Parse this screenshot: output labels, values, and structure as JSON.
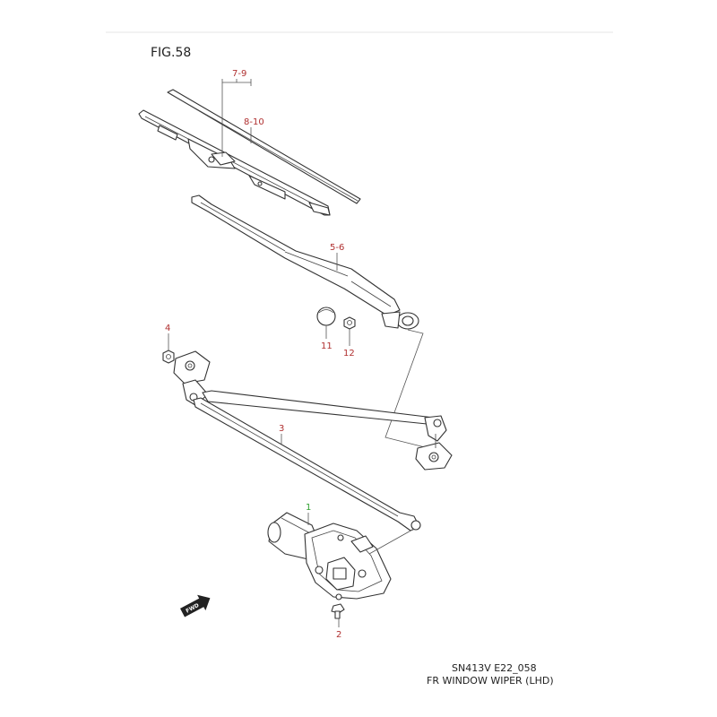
{
  "figure": {
    "label": "FIG.58",
    "code": "SN413V E22_058",
    "title": "FR WINDOW WIPER (LHD)",
    "fwd_label": "FWD"
  },
  "colors": {
    "callout": "#b03030",
    "highlight": "#2fa02f",
    "line": "#333333",
    "separator": "#e6e6e6"
  },
  "callouts": {
    "c79": "7-9",
    "c810": "8-10",
    "c56": "5-6",
    "c4": "4",
    "c11": "11",
    "c12": "12",
    "c3": "3",
    "c1": "1",
    "c2": "2"
  },
  "icons": [
    "fwd-arrow-icon"
  ]
}
